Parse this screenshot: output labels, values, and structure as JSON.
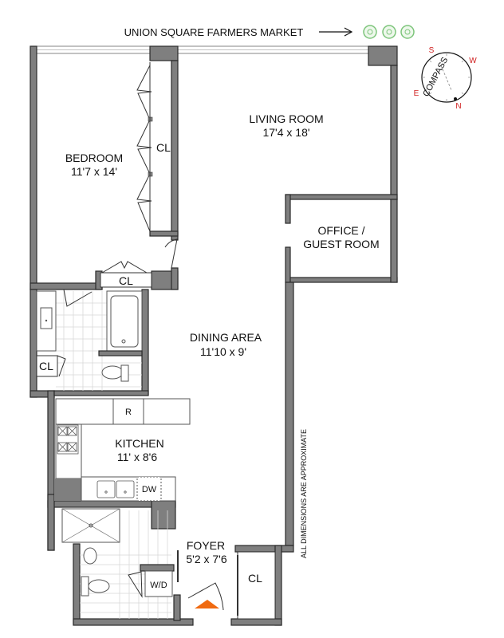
{
  "header": {
    "landmark_label": "UNION SQUARE FARMERS MARKET",
    "arrow_icon": "arrow-right",
    "tree_icons": [
      "tree",
      "tree",
      "tree"
    ]
  },
  "compass": {
    "label": "COMPASS",
    "directions": {
      "north": "N",
      "south": "S",
      "east": "E",
      "west": "W"
    },
    "accent_color": "#d02020"
  },
  "rooms": {
    "living_room": {
      "name": "LIVING ROOM",
      "dims": "17'4 x 18'"
    },
    "bedroom": {
      "name": "BEDROOM",
      "dims": "11'7 x 14'"
    },
    "office": {
      "name_line1": "OFFICE /",
      "name_line2": "GUEST ROOM"
    },
    "dining": {
      "name": "DINING AREA",
      "dims": "11'10 x 9'"
    },
    "kitchen": {
      "name": "KITCHEN",
      "dims": "11' x 8'6"
    },
    "foyer": {
      "name": "FOYER",
      "dims": "5'2 x 7'6"
    }
  },
  "labels": {
    "bedroom_closet": "CL",
    "hall_closet": "CL",
    "bath_closet": "CL",
    "foyer_closet": "CL",
    "refrigerator": "R",
    "dishwasher": "DW",
    "washer_dryer": "W/D"
  },
  "footnote": "ALL DIMENSIONS ARE APPROXIMATE",
  "colors": {
    "wall": "#7f7f7f",
    "entry_marker": "#f06a10",
    "tree": "#7cc47a"
  }
}
